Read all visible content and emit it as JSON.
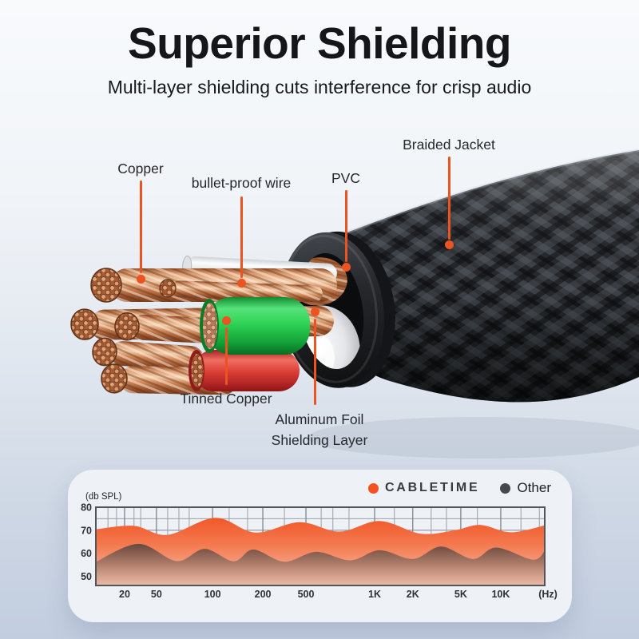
{
  "header": {
    "title": "Superior Shielding",
    "subtitle": "Multi-layer shielding cuts interference for crisp audio"
  },
  "diagram": {
    "callouts": {
      "copper": {
        "label": "Copper"
      },
      "bullet_proof": {
        "label": "bullet-proof wire"
      },
      "pvc": {
        "label": "PVC"
      },
      "braided_jacket": {
        "label": "Braided Jacket"
      },
      "tinned_copper": {
        "label": "Tinned Copper"
      },
      "aluminum_foil": {
        "label_line1": "Aluminum Foil",
        "label_line2": "Shielding Layer"
      }
    },
    "colors": {
      "leader_line": "#eb5420",
      "copper": "#cd8557",
      "green_sleeve": "#2fd456",
      "red_sleeve": "#de4239",
      "pvc_ring": "#26282c",
      "aluminum_foil": "#e9eaec",
      "braided_jacket": "#2c2e32"
    }
  },
  "chart_data": {
    "type": "area",
    "title": "",
    "y_axis_label": "(db SPL)",
    "x_unit_label": "(Hz)",
    "x_scale": "log-frequency",
    "grid": true,
    "legend_position": "top-right",
    "y_range": [
      46,
      80
    ],
    "y_ticks": [
      80,
      70,
      60,
      50
    ],
    "y_minor_ticks": [
      75,
      65,
      55
    ],
    "x_tick_labels": [
      "20",
      "50",
      "100",
      "200",
      "500",
      "1K",
      "2K",
      "5K",
      "10K"
    ],
    "x_tick_fractions": [
      0.064,
      0.135,
      0.26,
      0.372,
      0.468,
      0.621,
      0.706,
      0.813,
      0.902
    ],
    "minor_grid_fractions": [
      0.027,
      0.046,
      0.085,
      0.1,
      0.16,
      0.185,
      0.208,
      0.297,
      0.338,
      0.42,
      0.502,
      0.528,
      0.564,
      0.665,
      0.747,
      0.781,
      0.85,
      0.947,
      0.988
    ],
    "series": [
      {
        "name": "CABLETIME",
        "color": "#f4511e",
        "unit": "db SPL",
        "points": [
          [
            0,
            70.4
          ],
          [
            0.085,
            71.9
          ],
          [
            0.16,
            68.0
          ],
          [
            0.266,
            75.4
          ],
          [
            0.355,
            69.0
          ],
          [
            0.454,
            73.5
          ],
          [
            0.543,
            69.4
          ],
          [
            0.632,
            74.0
          ],
          [
            0.724,
            68.5
          ],
          [
            0.8,
            70.0
          ],
          [
            0.857,
            72.3
          ],
          [
            0.925,
            69.1
          ],
          [
            1,
            72.1
          ]
        ]
      },
      {
        "name": "Other",
        "color": "#46484c",
        "unit": "db SPL",
        "points": [
          [
            0,
            56.3
          ],
          [
            0.095,
            64.1
          ],
          [
            0.18,
            56.6
          ],
          [
            0.242,
            61.9
          ],
          [
            0.307,
            56.5
          ],
          [
            0.351,
            61.6
          ],
          [
            0.42,
            56.3
          ],
          [
            0.491,
            60.6
          ],
          [
            0.567,
            56.9
          ],
          [
            0.632,
            61.3
          ],
          [
            0.707,
            57.5
          ],
          [
            0.769,
            62.9
          ],
          [
            0.84,
            57.5
          ],
          [
            0.892,
            62.5
          ],
          [
            0.973,
            57.2
          ],
          [
            1,
            61.0
          ]
        ]
      }
    ]
  }
}
